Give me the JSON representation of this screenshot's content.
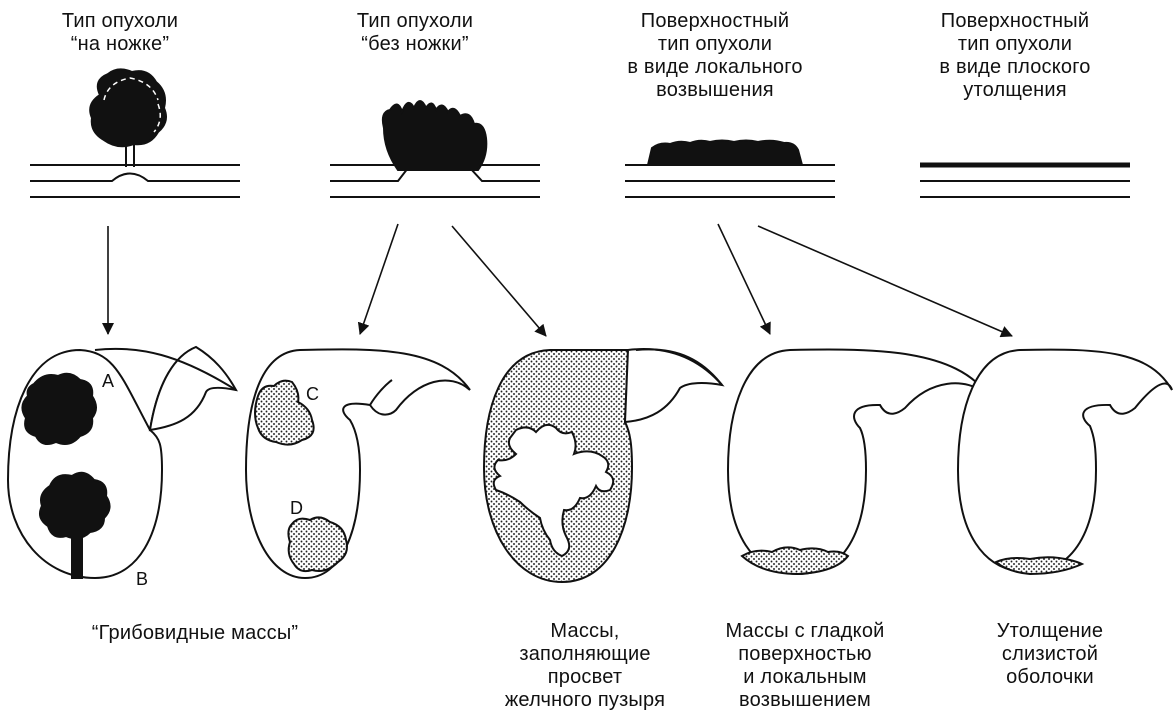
{
  "tumor_types": [
    {
      "label": "Тип опухоли\n“на ножке”"
    },
    {
      "label": "Тип опухоли\n“без ножки”"
    },
    {
      "label": "Поверхностный\nтип опухоли\nв виде локального\nвозвышения"
    },
    {
      "label": "Поверхностный\nтип опухоли\nв виде плоского\nутолщения"
    }
  ],
  "markers": {
    "a": "A",
    "b": "B",
    "c": "C",
    "d": "D"
  },
  "captions": {
    "fungoid": "“Грибовидные массы”",
    "lumen_filling": "Массы,\nзаполняющие\nпросвет\nжелчного пузыря",
    "smooth_elevated": "Массы с гладкой\nповерхностью\nи локальным\nвозвышением",
    "mucosal_thickening": "Утолщение\nслизистой\nоболочки"
  }
}
